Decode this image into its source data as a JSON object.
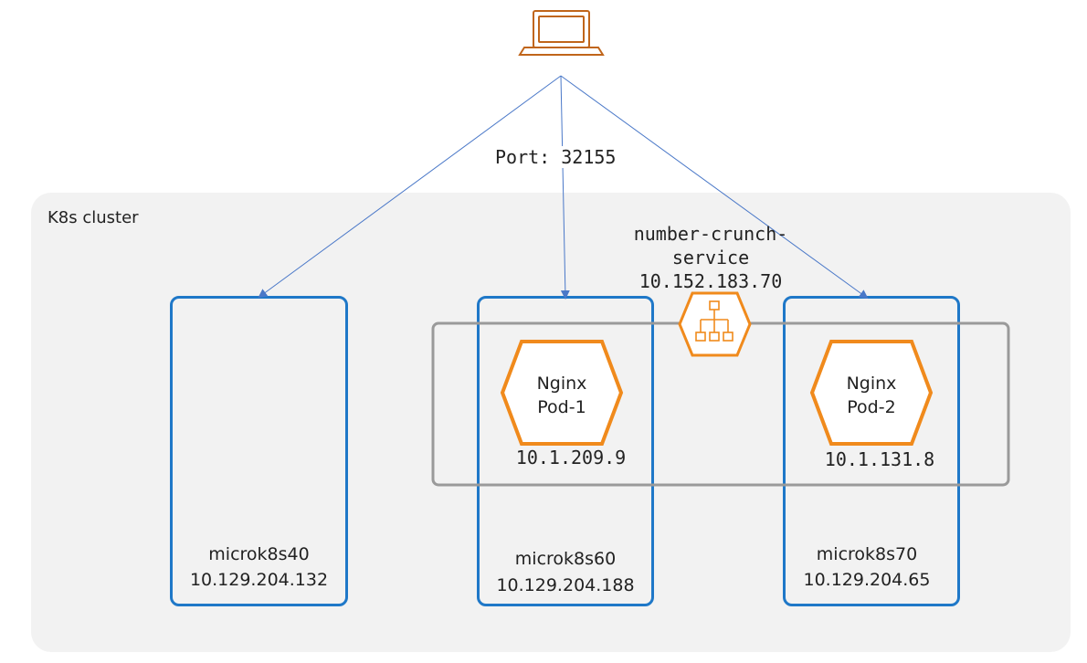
{
  "cluster": {
    "label": "K8s cluster"
  },
  "client": {
    "icon": "laptop-icon",
    "port_label": "Port: 32155"
  },
  "service": {
    "name_line1": "number-crunch-",
    "name_line2": "service",
    "ip": "10.152.183.70",
    "icon": "service-network-icon"
  },
  "nodes": [
    {
      "name": "microk8s40",
      "ip": "10.129.204.132"
    },
    {
      "name": "microk8s60",
      "ip": "10.129.204.188"
    },
    {
      "name": "microk8s70",
      "ip": "10.129.204.65"
    }
  ],
  "pods": [
    {
      "line1": "Nginx",
      "line2": "Pod-1",
      "ip": "10.1.209.9"
    },
    {
      "line1": "Nginx",
      "line2": "Pod-2",
      "ip": "10.1.131.8"
    }
  ],
  "colors": {
    "node_border": "#1f78c8",
    "pod": "#f08a1c",
    "arrow": "#4a78c8",
    "service_group": "#9a9a9a",
    "cluster_bg": "#f2f2f2"
  }
}
